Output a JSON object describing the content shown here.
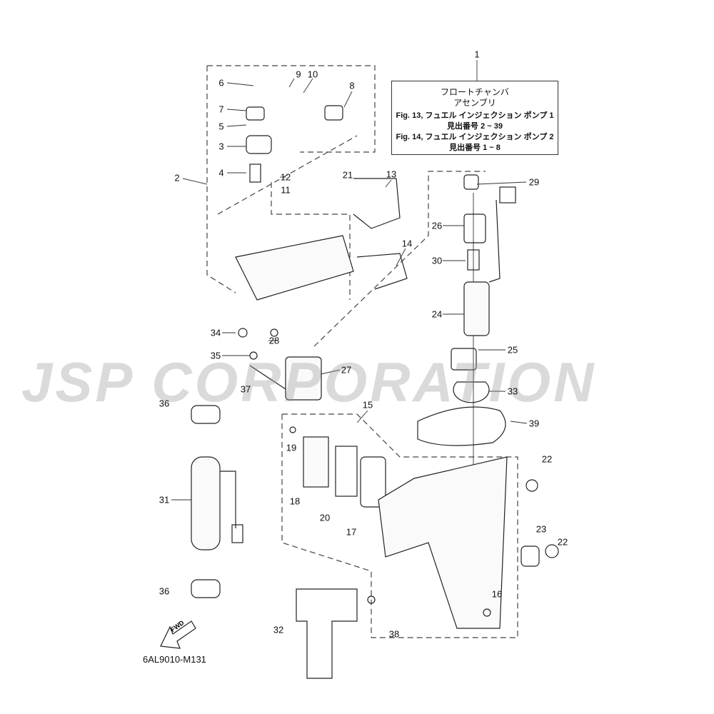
{
  "info_box": {
    "title_line1": "フロートチャンバ",
    "title_line2": "アセンブリ",
    "ref1": "Fig. 13, フュエル インジェクション ポンプ 1",
    "ref1_range": "見出番号 2 ~ 39",
    "ref2": "Fig. 14, フュエル インジェクション ポンプ 2",
    "ref2_range": "見出番号 1 ~ 8"
  },
  "watermark": "JSP CORPORATION",
  "diagram_code": "6AL9010-M131",
  "fwd_label": "FWD",
  "callouts": [
    "1",
    "2",
    "3",
    "4",
    "5",
    "6",
    "7",
    "8",
    "9",
    "10",
    "11",
    "12",
    "13",
    "14",
    "15",
    "16",
    "17",
    "18",
    "19",
    "20",
    "21",
    "22",
    "22",
    "23",
    "24",
    "25",
    "26",
    "27",
    "28",
    "29",
    "30",
    "31",
    "32",
    "33",
    "34",
    "35",
    "36",
    "36",
    "37",
    "38",
    "39"
  ]
}
